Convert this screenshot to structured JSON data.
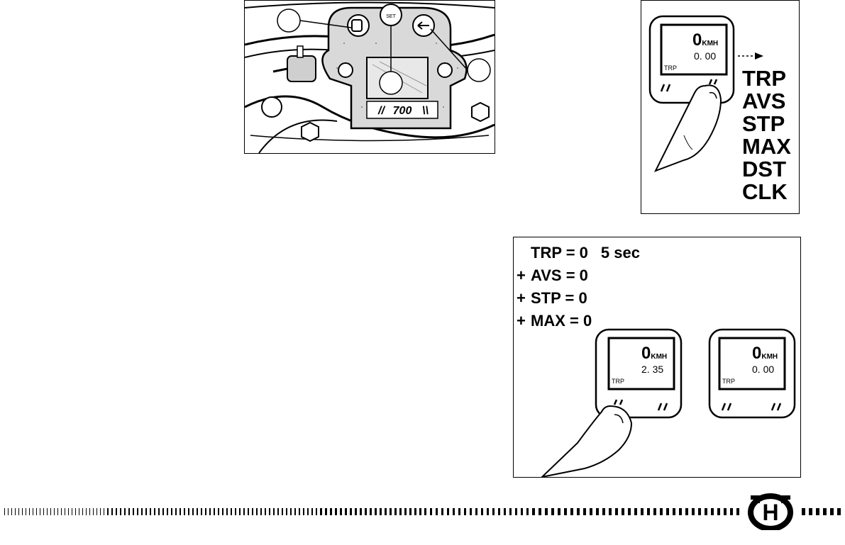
{
  "photo": {
    "gauge_label": "700",
    "button_left_glyph": "mode-button",
    "button_right_glyph": "set-button"
  },
  "modes_diagram": {
    "speed_value": "0",
    "speed_unit": "KMH",
    "trip_value": "0. 00",
    "lcd_label": "TRP",
    "modes": [
      "TRP",
      "AVS",
      "STP",
      "MAX",
      "DST",
      "CLK"
    ]
  },
  "reset_diagram": {
    "lines": [
      {
        "lead": "",
        "text": "TRP = 0",
        "extra": "5 sec"
      },
      {
        "lead": "+",
        "text": "AVS = 0",
        "extra": ""
      },
      {
        "lead": "+",
        "text": "STP = 0",
        "extra": ""
      },
      {
        "lead": "+",
        "text": "MAX = 0",
        "extra": ""
      }
    ],
    "before": {
      "speed_value": "0",
      "speed_unit": "KMH",
      "trip_value": "2. 35",
      "lcd_label": "TRP"
    },
    "after": {
      "speed_value": "0",
      "speed_unit": "KMH",
      "trip_value": "0. 00",
      "lcd_label": "TRP"
    }
  },
  "logo": {
    "letter": "H",
    "brand_color": "#000000"
  }
}
